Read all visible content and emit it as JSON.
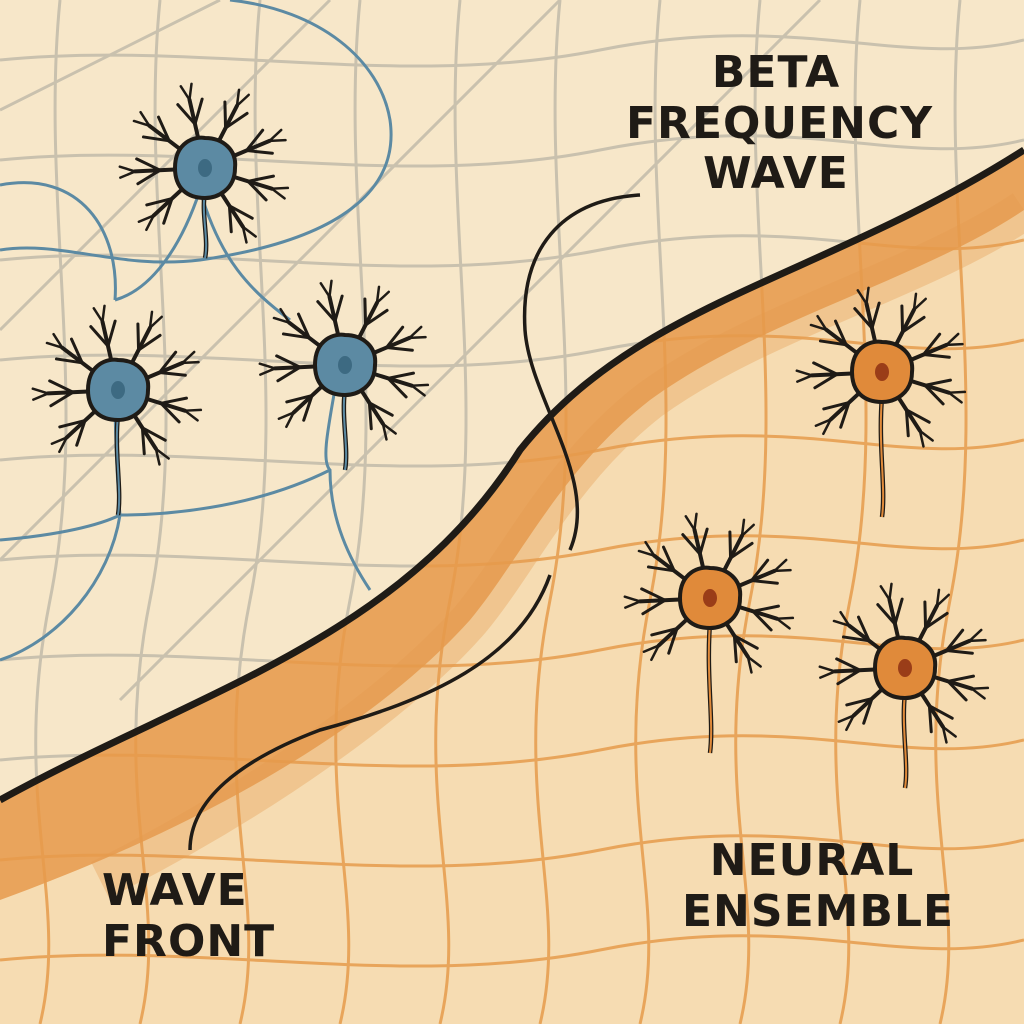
{
  "labels": {
    "beta_wave": [
      "BETA",
      "FREQUENCY",
      "WAVE"
    ],
    "wave_front": [
      "WAVE",
      "FRONT"
    ],
    "neural_ensemble": [
      "NEURAL",
      "ENSEMBLE"
    ]
  },
  "colors": {
    "background": "#f7e7c9",
    "inactive_neuron": "#5c8aa3",
    "active_neuron": "#e08a3a",
    "wave_band": "#e69a4c",
    "outline": "#1f1b16",
    "grid_inactive": "#c9c1ae",
    "grid_active": "#e8a55b"
  },
  "neurons": {
    "inactive_count": 3,
    "active_count": 3
  }
}
